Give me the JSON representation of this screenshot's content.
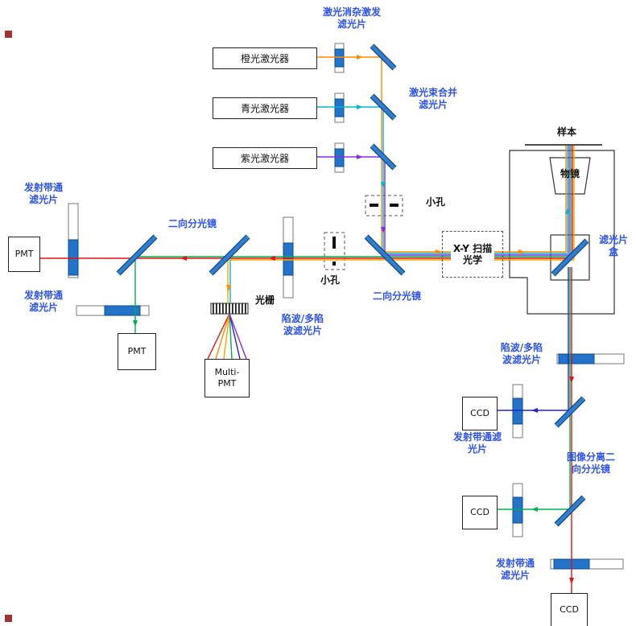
{
  "colors": {
    "label_blue": "#2d53ea",
    "filter_blue": "#2373c9",
    "filter_edge": "#0d4a8c",
    "mirror_blue": "#2e7fd0",
    "mirror_edge": "#16457f",
    "beam_red": "#e81010",
    "beam_orange": "#ff8a00",
    "beam_gold": "#f0a800",
    "beam_green": "#00b050",
    "beam_cyan": "#00b6d9",
    "beam_blue": "#2323cc",
    "beam_violet": "#8a2be2"
  },
  "lasers": {
    "laser_1": "橙光激光器",
    "laser_2": "青光激光器",
    "laser_3": "紫光激光器"
  },
  "detectors": {
    "pmt_1": "PMT",
    "pmt_2": "PMT",
    "multi_pmt": "Multi-\nPMT",
    "ccd_1": "CCD",
    "ccd_2": "CCD",
    "ccd_3": "CCD"
  },
  "labels": {
    "laser_cleanup": "激光消杂激发\n滤光片",
    "beam_combiner": "激光束合并\n滤光片",
    "pinhole_top": "小孔",
    "pinhole_mid": "小孔",
    "emission_bp_1": "发射带通\n滤光片",
    "emission_bp_2": "发射带通\n滤光片",
    "dichroic_1": "二向分光镜",
    "dichroic_2": "二向分光镜",
    "grating": "光栅",
    "notch_1": "陷波/多陷\n波滤光片",
    "notch_2": "陷波/多陷\n波滤光片",
    "xy_scan": "X-Y 扫描\n光学",
    "sample": "样本",
    "objective": "物镜",
    "filter_cube": "滤光片\n盒",
    "emission_bp_3": "发射带通滤\n光片",
    "image_splitter": "图像分离二\n向分光镜",
    "emission_bp_4": "发射带通\n滤光片"
  }
}
